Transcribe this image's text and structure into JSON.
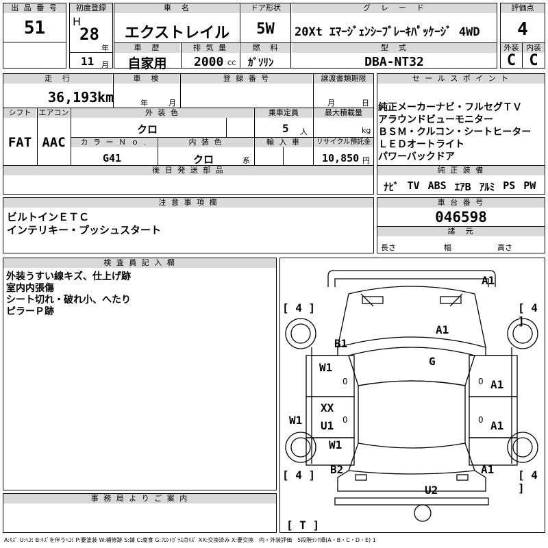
{
  "headers": {
    "lot": "出 品 番 号",
    "first_reg": "初度登録",
    "car_name": "車　名",
    "doors": "ドア形状",
    "grade": "グ　レ　ー　ド",
    "score": "評価点",
    "history": "車　歴",
    "displacement": "排 気 量",
    "fuel": "燃　料",
    "model": "型　式",
    "exterior": "外装",
    "interior": "内装",
    "mileage": "走　行",
    "inspection": "車　検",
    "reg_no": "登 録 番 号",
    "transfer_doc": "譲渡書類期限",
    "sales_point": "セ ー ル ス ポ イ ン ト",
    "shift": "シフト",
    "aircon": "エアコン",
    "ext_color": "外 装 色",
    "capacity": "乗車定員",
    "max_load": "最大積載量",
    "color_no": "カ ラ ー Ｎ ｏ .",
    "int_color": "内 装 色",
    "import": "輸 入 車",
    "recycle": "リサイクル預託金",
    "later_parts": "後 日 発 送 部 品",
    "genuine_equip": "純 正 装 備",
    "notes": "注 意 事 項 欄",
    "chassis_no": "車 台 番 号",
    "specs": "諸　元",
    "inspector": "検 査 員 記 入 欄",
    "office": "事 務 局 よ り ご 案 内"
  },
  "values": {
    "lot": "51",
    "era": "H",
    "year": "28",
    "year_unit": "年",
    "month": "11",
    "month_unit": "月",
    "car_name": "エクストレイル",
    "doors": "5W",
    "grade": "20Xt ｴﾏｰｼﾞｪﾝｼｰﾌﾞﾚｰｷﾊﾟｯｹｰｼﾞ 4WD",
    "score": "4",
    "history": "自家用",
    "displacement": "2000",
    "displacement_unit": "CC",
    "fuel": "ｶﾞｿﾘﾝ",
    "model": "DBA-NT32",
    "exterior": "C",
    "interior": "C",
    "mileage": "36,193",
    "mileage_unit": "km",
    "insp_year": "年",
    "insp_month": "月",
    "transfer_month": "月",
    "transfer_day": "日",
    "shift": "FAT",
    "aircon": "AAC",
    "ext_color": "クロ",
    "capacity": "5",
    "capacity_unit": "人",
    "load_unit": "kg",
    "color_no": "G41",
    "int_color": "クロ",
    "int_color_unit": "系",
    "recycle": "10,850",
    "recycle_unit": "円",
    "chassis_no": "046598",
    "len": "長さ",
    "width": "幅",
    "height": "高さ"
  },
  "sales_points": [
    "純正メーカーナビ・フルセグＴＶ",
    "アラウンドビューモニター",
    "ＢＳＭ・クルコン・シートヒーター",
    "ＬＥＤオートライト",
    "パワーバックドア"
  ],
  "equipment": [
    "ﾅﾋﾞ",
    "TV",
    "ABS",
    "ｴｱB",
    "ｱﾙﾐ",
    "PS",
    "PW"
  ],
  "notes": [
    "ビルトインＥＴＣ",
    "インテリキー・プッシュスタート"
  ],
  "inspector_notes": [
    "外装うすい線キズ、仕上げ跡",
    "室内内張傷",
    "シート切れ・破れ小、へたり",
    "ピラーＰ跡"
  ],
  "diagram": {
    "tire_fl": "[ 4 ]",
    "tire_fr": "[ 4 ]",
    "tire_rl": "[ 4 ]",
    "tire_rr": "[ 4 ]",
    "spare": "[ T ]",
    "marks": {
      "a1_front_bumper": "A1",
      "a1_hood": "A1",
      "b1": "B1",
      "g": "G",
      "w1_left_front": "W1",
      "a1_right_front_door": "A1",
      "xx": "XX",
      "u1": "U1",
      "w1_side": "W1",
      "a1_right_rear_door": "A1",
      "w1_left_rear": "W1",
      "b2": "B2",
      "a1_rear": "A1",
      "u2": "U2",
      "zero_1": "0",
      "zero_2": "0",
      "zero_3": "0",
      "zero_4": "0"
    }
  },
  "legend": "A:ｷｽﾞ U:ﾍｺﾐ B:ｷｽﾞを伴うﾍｺﾐ P:要塗装 W:補修跡 S:錆 C:腐食 G:ﾌﾛﾝﾄｶﾞﾗｽ点ｷｽﾞ XX:交換済み X:要交換　内・外装評価　5段階ﾗﾝｸ順(A・B・C・D・E) 1"
}
